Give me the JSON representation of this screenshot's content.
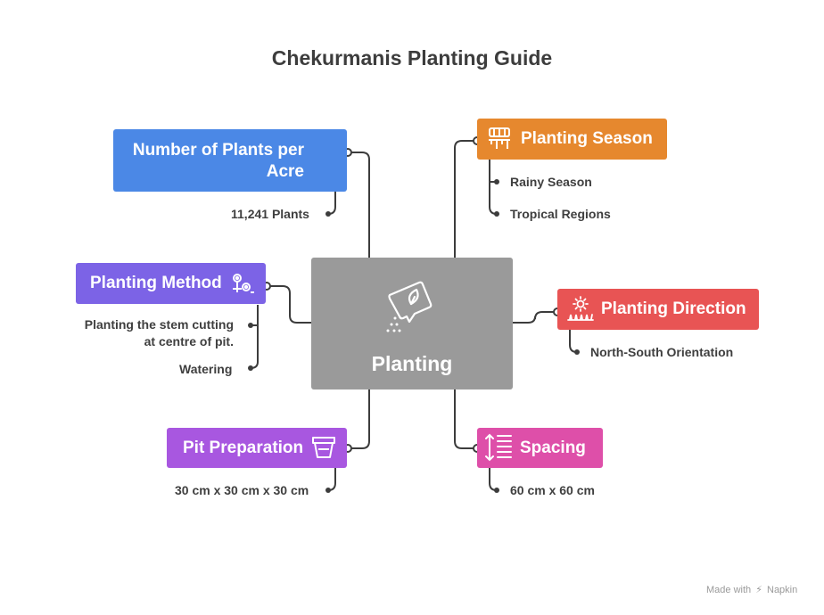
{
  "title": "Chekurmanis Planting Guide",
  "center": {
    "label": "Planting",
    "icon": "seed-packet-icon"
  },
  "branches": {
    "plants_per_acre": {
      "title_line1": "Number of Plants per",
      "title_line2": "Acre",
      "details": [
        "11,241 Plants"
      ],
      "color": "#4b88e6",
      "icon": "sprout-icon"
    },
    "planting_method": {
      "title": "Planting Method",
      "details_line1": "Planting the stem cutting",
      "details_line2": "at centre of pit.",
      "details_extra": "Watering",
      "color": "#7c63e6",
      "icon": "flowers-icon"
    },
    "pit_preparation": {
      "title": "Pit Preparation",
      "details": [
        "30 cm x 30 cm x 30 cm"
      ],
      "color": "#a857e0",
      "icon": "pot-icon"
    },
    "planting_season": {
      "title": "Planting Season",
      "details": [
        "Rainy Season",
        "Tropical Regions"
      ],
      "color": "#e6882e",
      "icon": "rain-cloud-icon"
    },
    "planting_direction": {
      "title": "Planting Direction",
      "details": [
        "North-South Orientation"
      ],
      "color": "#e85454",
      "icon": "sun-grass-icon"
    },
    "spacing": {
      "title": "Spacing",
      "details": [
        "60 cm x 60 cm"
      ],
      "color": "#de4fa9",
      "icon": "spacing-icon"
    }
  },
  "footer": {
    "text": "Made with",
    "brand": "Napkin"
  }
}
